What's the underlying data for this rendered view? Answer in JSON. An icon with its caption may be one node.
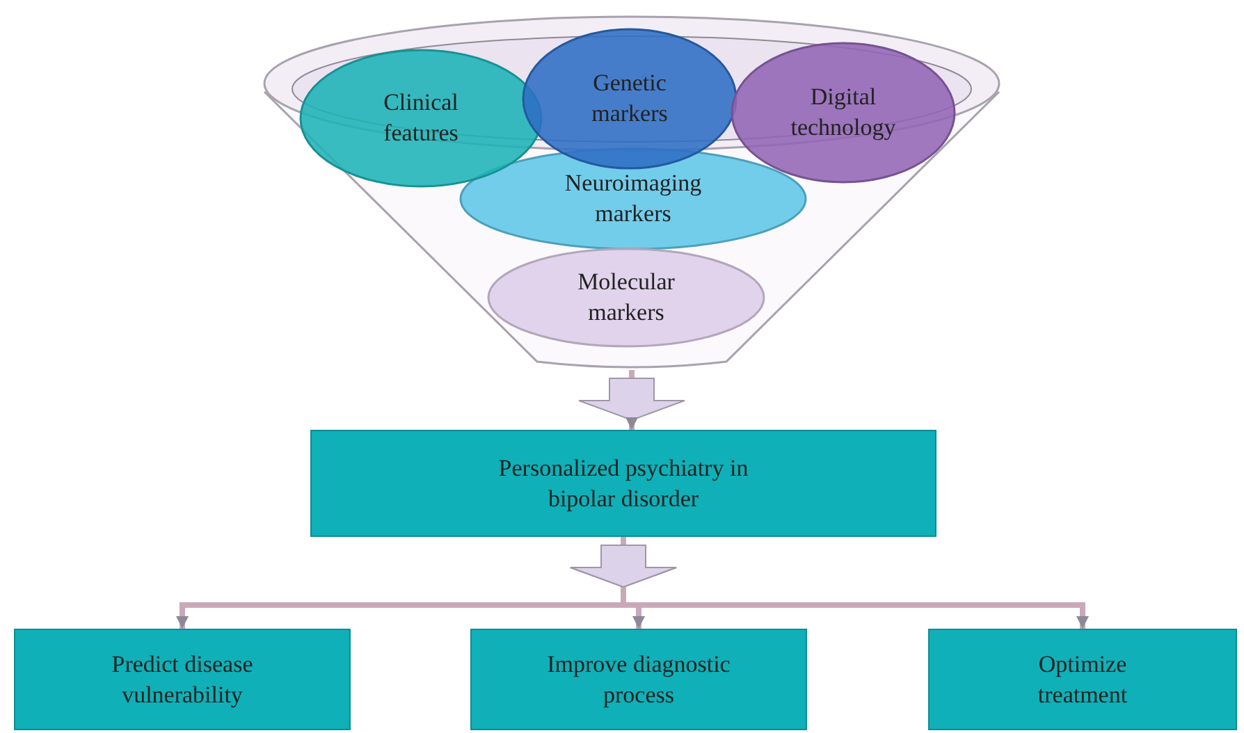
{
  "diagram": {
    "nodes": [
      {
        "text": [],
        "shape": "funnel"
      },
      {
        "text": [
          "Clinical features"
        ]
      },
      {
        "text": [
          "Genetic markers"
        ]
      },
      {
        "text": [
          "Digital technology"
        ]
      },
      {
        "text": [
          "Neuroimaging markers"
        ],
        "in": 0
      },
      {
        "text": [
          "Molecular markers"
        ],
        "in": 0
      },
      {
        "text": [
          "Personalized psychiatry in bipolar disorder"
        ]
      },
      {
        "text": [
          "Predict disease vulnerability"
        ]
      },
      {
        "text": [
          "Improve diagnostic process"
        ]
      },
      {
        "text": [
          "Optimize treatment"
        ]
      }
    ],
    "edges": [
      {
        "from": 0,
        "to": 6,
        "arrow": "to"
      },
      {
        "from": 6,
        "to": 7,
        "arrow": "to"
      },
      {
        "from": 6,
        "to": 8,
        "arrow": "to"
      },
      {
        "from": 6,
        "to": 9,
        "arrow": "to"
      }
    ]
  }
}
